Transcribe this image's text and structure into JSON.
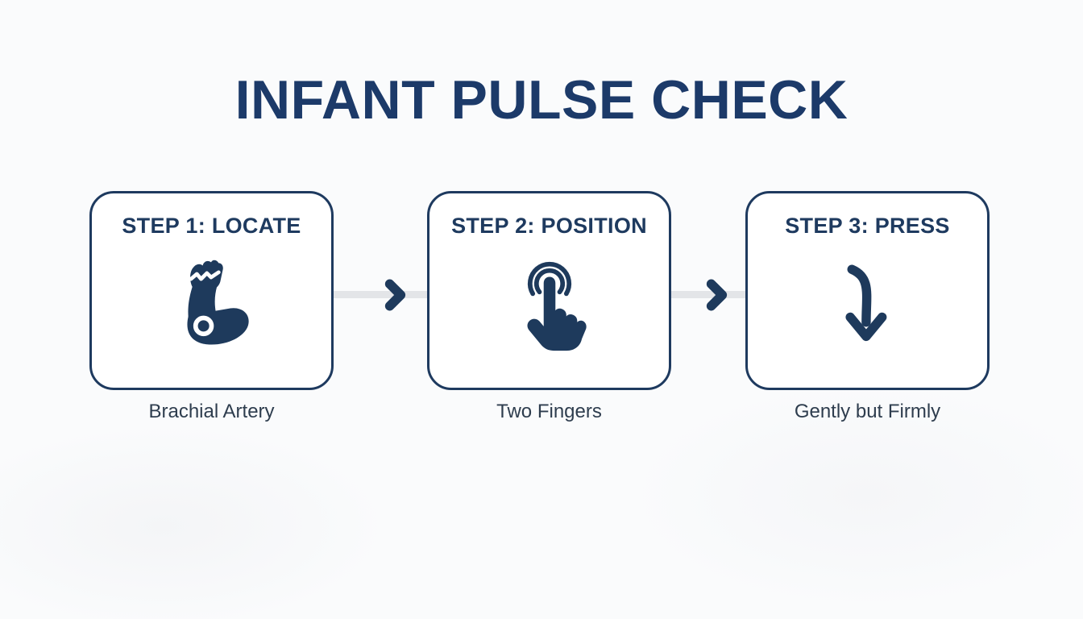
{
  "title": {
    "text": "INFANT PULSE CHECK",
    "color": "#1c3a69"
  },
  "theme": {
    "navy_accent": "#1e3a5f",
    "icon_navy": "#1e3a5c",
    "card_background": "#ffffff",
    "page_background": "#fafbfc",
    "connector_gray": "#e3e5e8",
    "caption_color": "#2e3d4e"
  },
  "steps": [
    {
      "heading": "STEP 1: LOCATE",
      "icon": "flexed-arm-with-pulse-point-icon",
      "caption": "Brachial Artery"
    },
    {
      "heading": "STEP 2: POSITION",
      "icon": "touch-two-fingers-icon",
      "caption": "Two Fingers"
    },
    {
      "heading": "STEP 3: PRESS",
      "icon": "curved-down-arrow-icon",
      "caption": "Gently but Firmly"
    }
  ],
  "connectors": [
    {
      "icon": "chevron-right-icon"
    },
    {
      "icon": "chevron-right-icon"
    }
  ]
}
